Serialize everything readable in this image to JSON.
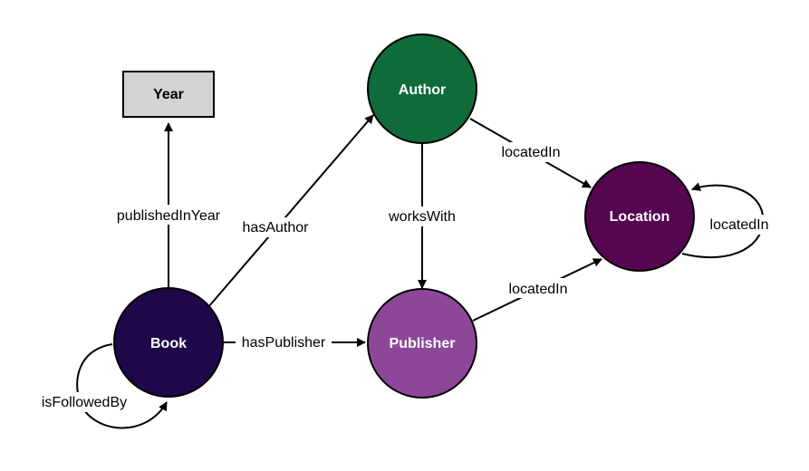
{
  "nodes": {
    "year": {
      "label": "Year",
      "color": "#d3d3d3"
    },
    "author": {
      "label": "Author",
      "color": "#0f6b3a"
    },
    "location": {
      "label": "Location",
      "color": "#560650"
    },
    "book": {
      "label": "Book",
      "color": "#20074a"
    },
    "publisher": {
      "label": "Publisher",
      "color": "#8d4798"
    }
  },
  "edges": {
    "book_year": {
      "label": "publishedInYear"
    },
    "book_author": {
      "label": "hasAuthor"
    },
    "author_publisher": {
      "label": "worksWith"
    },
    "author_location": {
      "label": "locatedIn"
    },
    "location_location": {
      "label": "locatedIn"
    },
    "publisher_location": {
      "label": "locatedIn"
    },
    "book_publisher": {
      "label": "hasPublisher"
    },
    "book_book": {
      "label": "isFollowedBy"
    }
  }
}
